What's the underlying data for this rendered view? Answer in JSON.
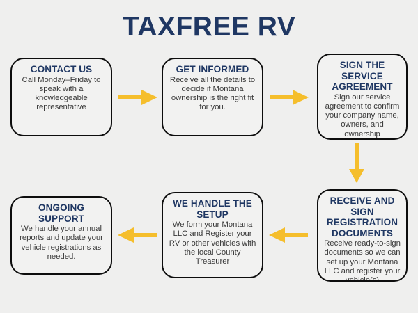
{
  "page": {
    "title": "TAXFREE RV",
    "background_color": "#efefee",
    "navy": "#1f3763",
    "arrow_color": "#f5be2c",
    "border_color": "#0d0d0d",
    "body_text_color": "#3a3a3a"
  },
  "steps": [
    {
      "id": "contact-us",
      "heading": "CONTACT US",
      "body": "Call Monday–Friday to speak with a knowledgeable representative"
    },
    {
      "id": "get-informed",
      "heading": "GET INFORMED",
      "body": "Receive all the details to decide if Montana ownership is the right fit for you."
    },
    {
      "id": "sign-service-agreement",
      "heading": "SIGN THE SERVICE AGREEMENT",
      "body": "Sign our service agreement to confirm your company name, owners, and ownership percentages"
    },
    {
      "id": "receive-and-sign-registration-documents",
      "heading": "RECEIVE AND SIGN REGISTRATION DOCUMENTS",
      "body": "Receive ready-to-sign documents so we can set up your Montana LLC and register your vehicle(s)"
    },
    {
      "id": "we-handle-the-setup",
      "heading": "WE HANDLE THE SETUP",
      "body": "We form your Montana LLC and Register your RV or other vehicles with the local County Treasurer"
    },
    {
      "id": "ongoing-support",
      "heading": "ONGOING SUPPORT",
      "body": "We handle your annual reports and update your vehicle registrations as needed."
    }
  ],
  "arrows": [
    {
      "id": "contact-to-informed",
      "direction": "right"
    },
    {
      "id": "informed-to-sign",
      "direction": "right"
    },
    {
      "id": "sign-to-receive",
      "direction": "down"
    },
    {
      "id": "receive-to-setup",
      "direction": "left"
    },
    {
      "id": "setup-to-support",
      "direction": "left"
    }
  ]
}
